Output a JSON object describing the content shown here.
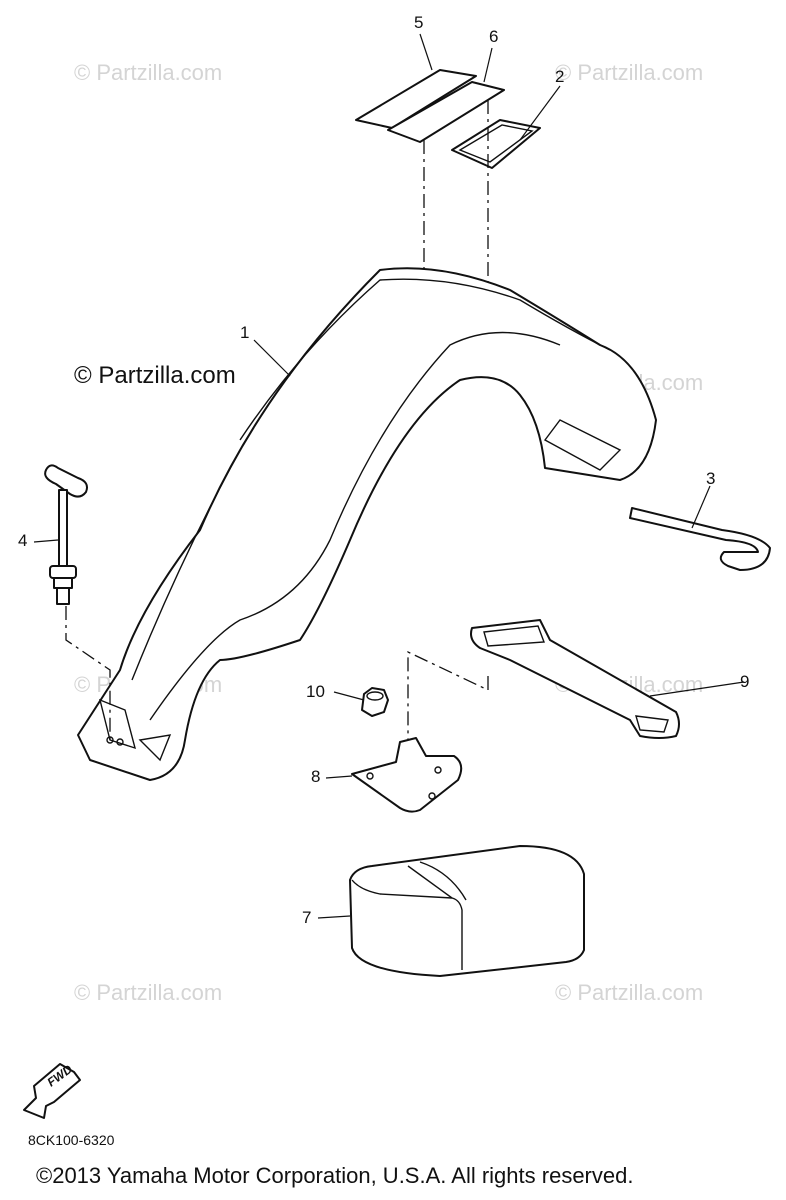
{
  "watermarks": [
    "© Partzilla.com",
    "© Partzilla.com",
    "© Partzilla.com",
    "© Partzilla.com",
    "© Partzilla.com",
    "© Partzilla.com",
    "© Partzilla.com",
    "© Partzilla.com"
  ],
  "strong_watermark": "© Partzilla.com",
  "callouts": {
    "c1": "1",
    "c2": "2",
    "c3": "3",
    "c4": "4",
    "c5": "5",
    "c6": "6",
    "c7": "7",
    "c8": "8",
    "c9": "9",
    "c10": "10"
  },
  "fwd_label": "FWD",
  "drawing_code": "8CK100-6320",
  "copyright": "©2013 Yamaha Motor Corporation, U.S.A. All rights reserved."
}
